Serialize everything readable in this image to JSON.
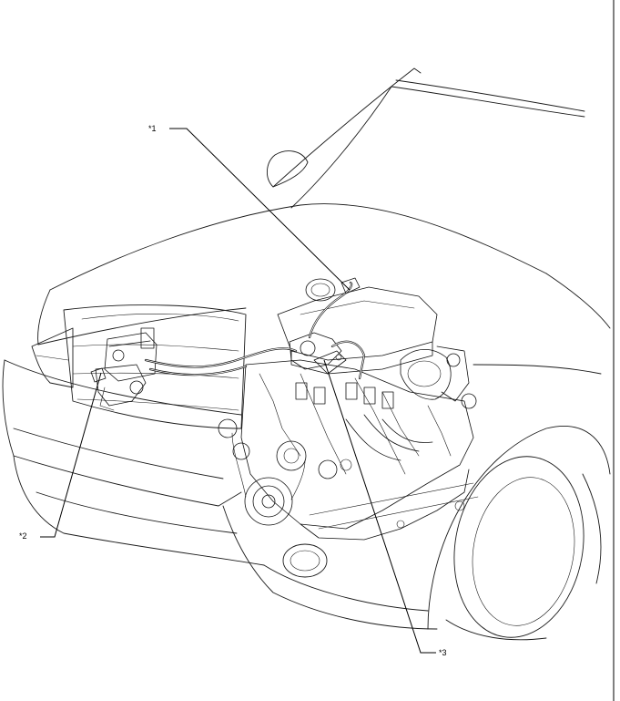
{
  "callouts": [
    {
      "id": "1",
      "label": "*1"
    },
    {
      "id": "2",
      "label": "*2"
    },
    {
      "id": "3",
      "label": "*3"
    }
  ],
  "colors": {
    "line": "#1a1a1a",
    "background": "#ffffff"
  }
}
